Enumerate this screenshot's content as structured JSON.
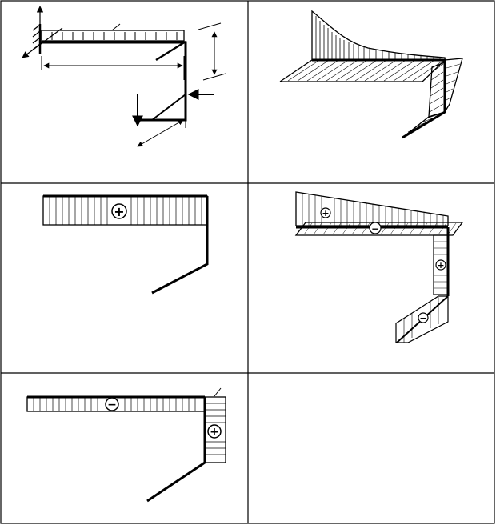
{
  "figure": {
    "panels": [
      {
        "id": "scheme",
        "kind": "load-scheme"
      },
      {
        "id": "bending-moment",
        "kind": "epure"
      },
      {
        "id": "normal-force",
        "kind": "epure",
        "sign_top": "+"
      },
      {
        "id": "shear-force",
        "kind": "epure",
        "sign_a": "+",
        "sign_b": "−",
        "sign_c": "+",
        "sign_d": "−"
      },
      {
        "id": "torque",
        "kind": "epure",
        "sign_top": "−",
        "sign_vert": "+"
      },
      {
        "id": "empty",
        "kind": "blank"
      }
    ],
    "colors": {
      "line": "#000000",
      "background": "#ffffff"
    }
  }
}
